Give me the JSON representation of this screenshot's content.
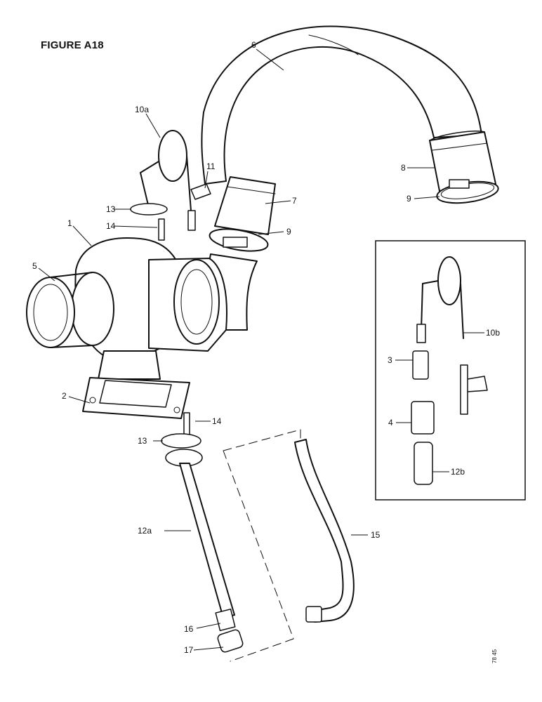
{
  "figure": {
    "title": "FIGURE A18",
    "reference": "78 45"
  },
  "parts": {
    "p1": "1",
    "p2": "2",
    "p3": "3",
    "p4": "4",
    "p5": "5",
    "p6": "6",
    "p7": "7",
    "p8": "8",
    "p9a": "9",
    "p9b": "9",
    "p10a": "10a",
    "p10b": "10b",
    "p11": "11",
    "p12a": "12a",
    "p12b": "12b",
    "p13a": "13",
    "p13b": "13",
    "p14a": "14",
    "p14b": "14",
    "p15": "15",
    "p16": "16",
    "p17": "17"
  }
}
